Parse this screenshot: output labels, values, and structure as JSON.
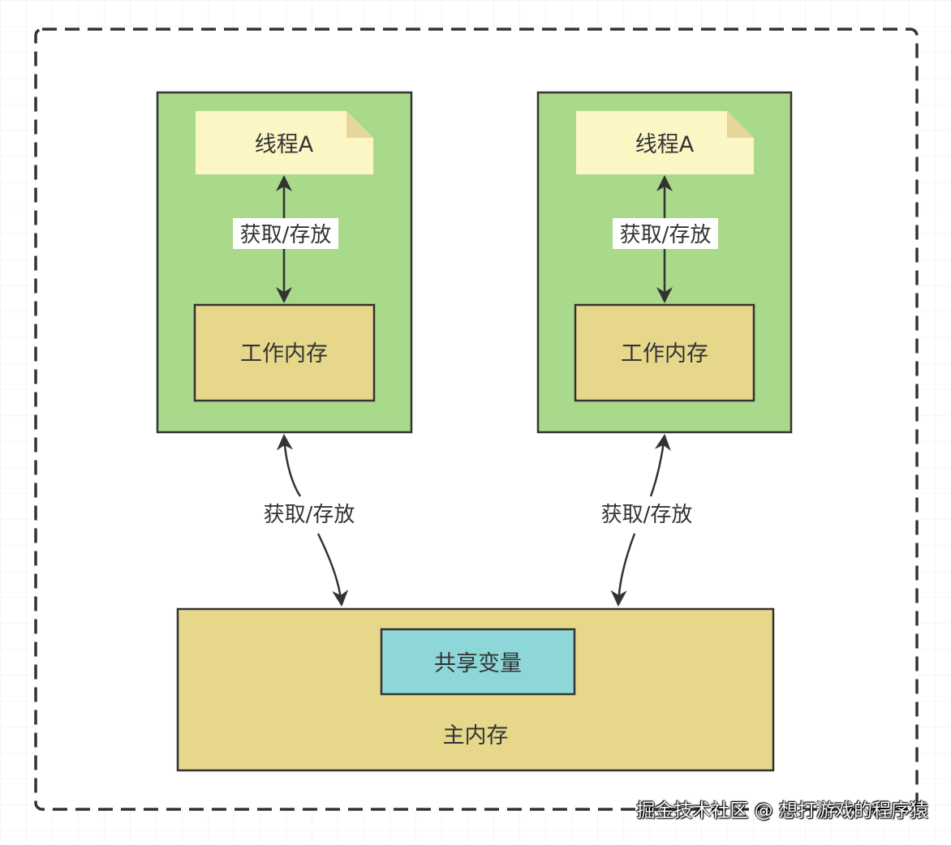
{
  "colors": {
    "thread_box": "#a9d98a",
    "note": "#fcf6c5",
    "note_fold": "#e6d69a",
    "memory": "#e6d78a",
    "shared": "#8ed7d9",
    "stroke": "#333333",
    "grid": "#ececec"
  },
  "thread_left": {
    "thread_label": "线程A",
    "link_label": "获取/存放",
    "work_memory_label": "工作内存"
  },
  "thread_right": {
    "thread_label": "线程A",
    "link_label": "获取/存放",
    "work_memory_label": "工作内存"
  },
  "links": {
    "left_label": "获取/存放",
    "right_label": "获取/存放"
  },
  "main_memory": {
    "shared_var_label": "共享变量",
    "label": "主内存"
  },
  "watermark": "掘金技术社区 @ 想打游戏的程序猿"
}
